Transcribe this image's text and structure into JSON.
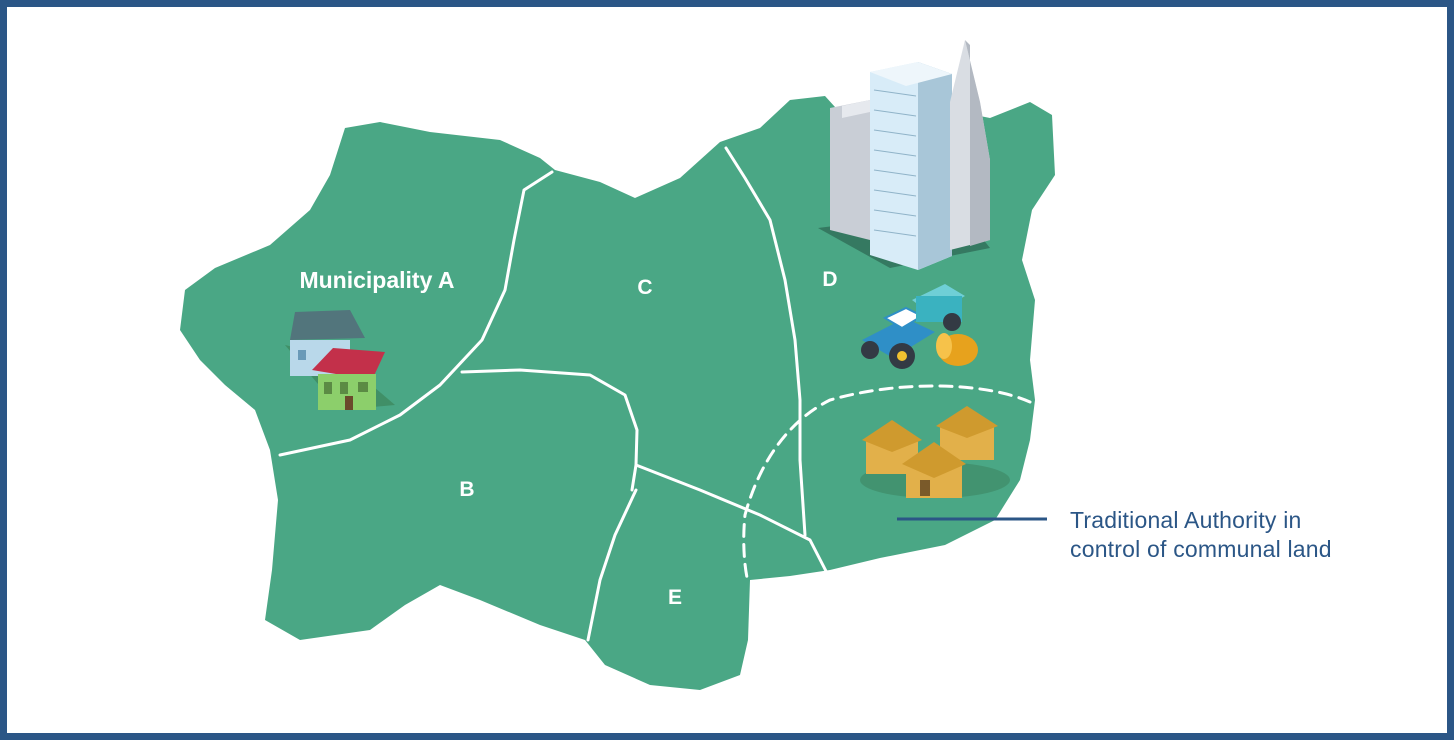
{
  "regions": {
    "a": "Municipality A",
    "b": "B",
    "c": "C",
    "d": "D",
    "e": "E"
  },
  "callout": {
    "line1": "Traditional Authority in",
    "line2": "control of communal land"
  },
  "colors": {
    "frame": "#2b5686",
    "land": "#4aa785",
    "border": "#ffffff",
    "callout_text": "#2b5686"
  },
  "icons": [
    "houses-icon",
    "skyscrapers-icon",
    "tractor-icon",
    "hay-bale-icon",
    "huts-icon"
  ]
}
